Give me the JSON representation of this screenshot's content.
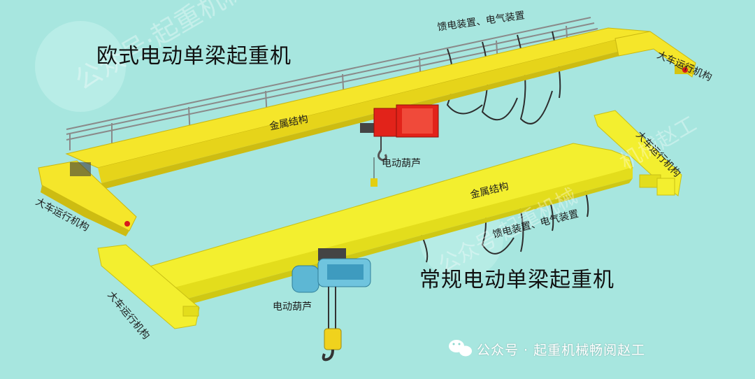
{
  "labels": {
    "euro_title": "欧式电动单梁起重机",
    "conv_title": "常规电动单梁起重机",
    "feeder_top": "馈电装置、电气装置",
    "feeder_bottom": "馈电装置、电气装置",
    "metal_top": "金属结构",
    "metal_bottom": "金属结构",
    "hoist_top": "电动葫芦",
    "hoist_bottom": "电动葫芦",
    "travel_top_right": "大车运行机构",
    "travel_top_left": "大车运行机构",
    "travel_bottom_right": "大车运行机构",
    "travel_bottom_left": "大车运行机构"
  },
  "watermark": {
    "text": "公众号 · 起重机械畅阅赵工",
    "faint_top": "公众号·起重机械",
    "faint_mid": "公众号·起重机械",
    "faint_right": "机械赵工"
  },
  "colors": {
    "background": "#a7e6df",
    "girder_yellow": "#f5e62a",
    "girder_dark": "#d6c410",
    "hoist_red": "#e2231a",
    "hoist_blue": "#5db7d4",
    "rail_gray": "#8a8a8a"
  }
}
